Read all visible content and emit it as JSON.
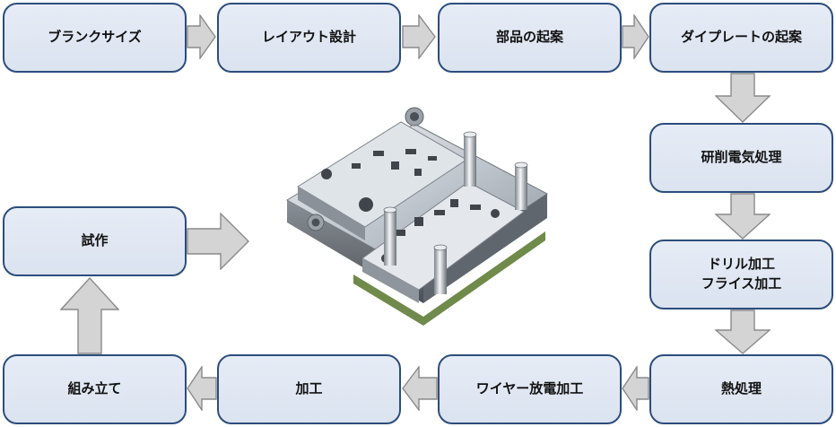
{
  "steps": {
    "blank_size": "ブランクサイズ",
    "layout_design": "レイアウト設計",
    "parts_drafting": "部品の起案",
    "die_plate_drafting": "ダイプレートの起案",
    "grinding_plating": "研削電気処理",
    "drill_milling": "ドリル加工\nフライス加工",
    "heat_treatment": "熱処理",
    "wire_edm": "ワイヤー放電加工",
    "machining": "加工",
    "assembly": "組み立て",
    "trial": "試作"
  },
  "colors": {
    "box_fill": "#dde4f1",
    "box_border": "#2c4d7c",
    "arrow_fill": "#d4d4d4"
  }
}
